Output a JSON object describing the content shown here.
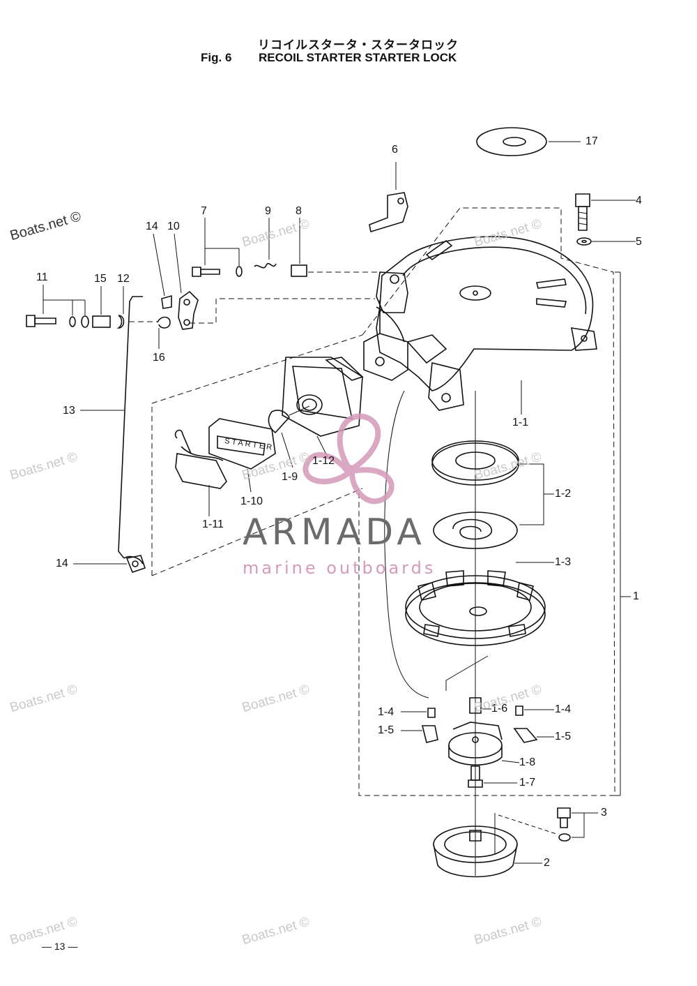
{
  "header": {
    "title_jp": "リコイルスタータ・スタータロック",
    "fig_number": "Fig. 6",
    "fig_title": "RECOIL STARTER STARTER LOCK"
  },
  "footer": {
    "page_number": "— 13 —"
  },
  "parts": {
    "p17": "17",
    "p6": "6",
    "p4": "4",
    "p5": "5",
    "p7": "7",
    "p9": "9",
    "p8": "8",
    "p14a": "14",
    "p10": "10",
    "p11": "11",
    "p15": "15",
    "p12": "12",
    "p16": "16",
    "p13": "13",
    "p1_1": "1-1",
    "p1_2": "1-2",
    "p1_9": "1-9",
    "p1_10": "1-10",
    "p1_11": "1-11",
    "p1_12": "1-12",
    "p14b": "14",
    "p1_3": "1-3",
    "p1": "1",
    "p1_4a": "1-4",
    "p1_6": "1-6",
    "p1_4b": "1-4",
    "p1_5a": "1-5",
    "p1_5b": "1-5",
    "p1_8": "1-8",
    "p1_7": "1-7",
    "p3": "3",
    "p2": "2"
  },
  "handle_text": "STARTER",
  "watermarks": {
    "site": "Boats.net ©",
    "brand": "ARMADA",
    "brand_tagline": "marine outboards"
  },
  "colors": {
    "ink": "#111111",
    "watermark": "#c8c8c8",
    "brand_gray": "#6b6b6b",
    "brand_pink": "#d59ab9"
  }
}
